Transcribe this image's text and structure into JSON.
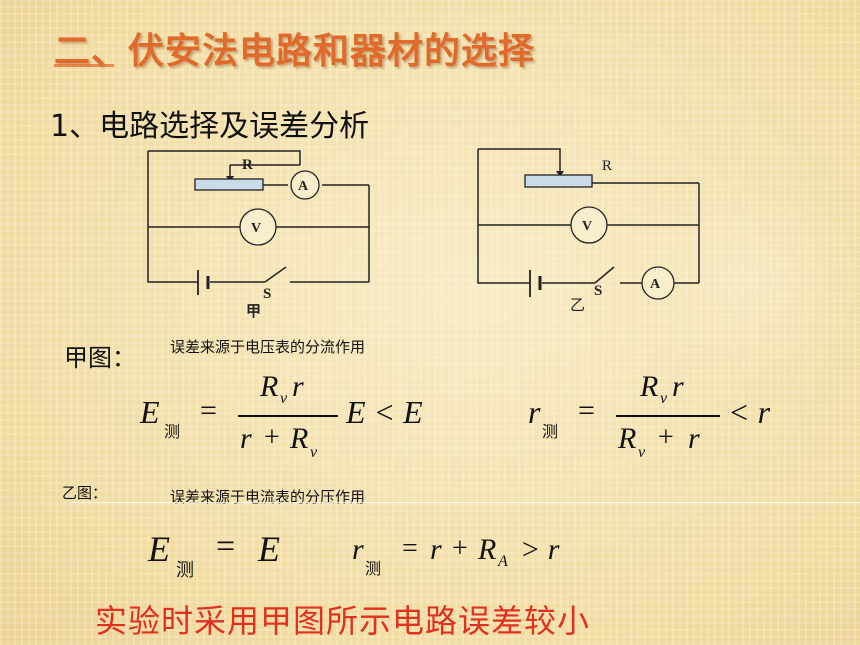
{
  "slide": {
    "title": "二、伏安法电路和器材的选择",
    "subtitle": "1、电路选择及误差分析",
    "label_jia": "甲图：",
    "note_jia": "误差来源于电压表的分流作用",
    "label_yi": "乙图：",
    "note_yi": "误差来源于电流表的分压作用",
    "conclusion": "实验时采用甲图所示电路误差较小",
    "colors": {
      "title": "#e06a2b",
      "conclusion": "#e03020",
      "background": "#f6e6b4"
    }
  },
  "circuits": {
    "jia": {
      "R": "R",
      "A": "A",
      "V": "V",
      "S": "S",
      "name": "甲"
    },
    "yi": {
      "R": "R",
      "A": "A",
      "V": "V",
      "S": "S",
      "name": "乙"
    }
  },
  "formulas": {
    "f1": {
      "E": "E",
      "sub": "测",
      "eq": "=",
      "num": "R",
      "num_sub": "v",
      "num_r": "r",
      "den_r": "r",
      "plus": "+",
      "den_R": "R",
      "den_sub": "v",
      "tail": "E < E"
    },
    "f2": {
      "r": "r",
      "sub": "测",
      "eq": "=",
      "num": "R",
      "num_sub": "v",
      "num_r": "r",
      "den_R": "R",
      "den_sub": "v",
      "plus": "+",
      "den_r": "r",
      "tail": "< r"
    },
    "f3": {
      "E": "E",
      "sub": "测",
      "eq": "=",
      "rhs": "E"
    },
    "f4": {
      "r": "r",
      "sub": "测",
      "eq": "=",
      "rhs1": "r",
      "plus": "+",
      "R": "R",
      "R_sub": "A",
      "tail": "> r"
    }
  }
}
